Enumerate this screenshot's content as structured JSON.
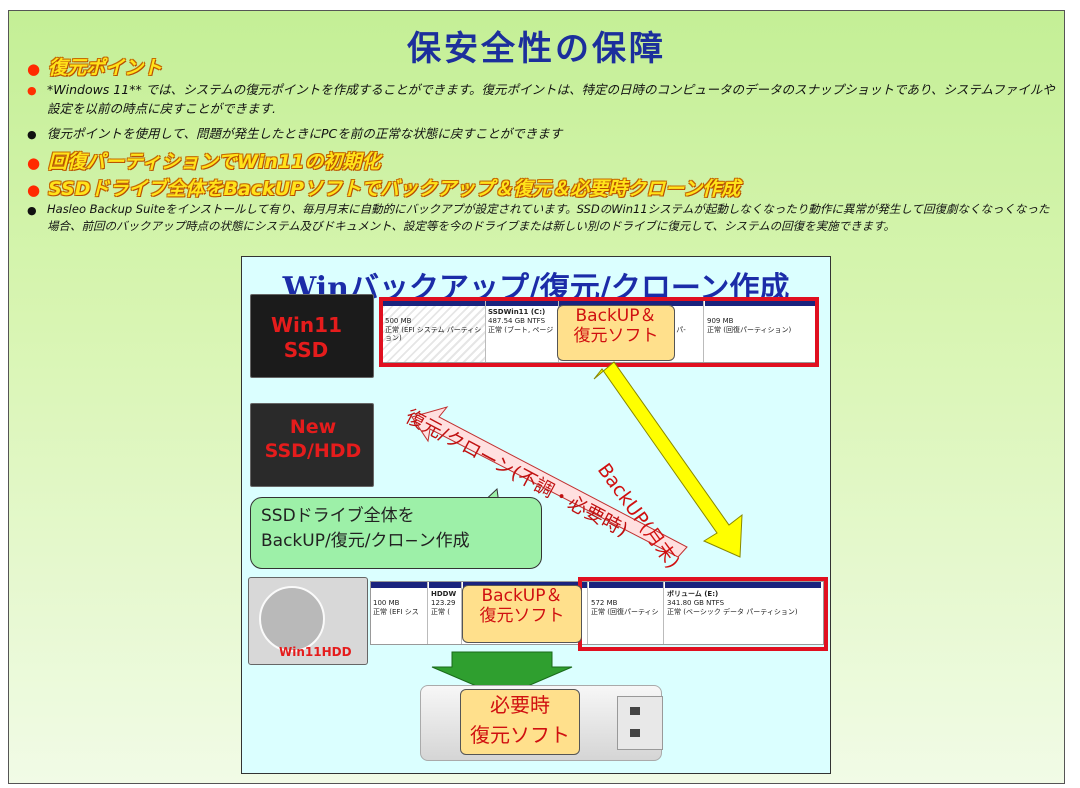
{
  "title": "保安全性の保障",
  "bullets": {
    "h1": "復元ポイント",
    "p1": "*Windows 11** では、システムの復元ポイントを作成することができます。復元ポイントは、特定の日時のコンピュータのデータのスナップショットであり、システムファイルや設定を以前の時点に戻すことができます.",
    "p2": "復元ポイントを使用して、問題が発生したときにPCを前の正常な状態に戻すことができます",
    "h2": "回復パーティションでWin11の初期化",
    "h3": "SSDドライブ全体をBackUPソフトでバックアップ＆復元＆必要時クローン作成",
    "p3": "Hasleo Backup Suiteをインストールして有り、毎月月末に自動的にバックアプが設定されています。SSDのWin11システムが起動しなくなったり動作に異常が発生して回復劇なくなっくなった場合、前回のバックアップ時点の状態にシステム及びドキュメント、設定等を今のドライブまたは新しい別のドライブに復元して、システムの回復を実施できます。"
  },
  "diagram": {
    "title": "Winバックアップ/復元/クローン作成",
    "ssd1_label": "Win11\nSSD",
    "ssd2_label": "New\nSSD/HDD",
    "hdd_label": "Win11HDD",
    "top_disk": {
      "p1_size": "500 MB",
      "p1_status": "正常 (EFI システム パーティション)",
      "p2_name": "SSDWin11 (C:)",
      "p2_size": "487.54 GB NTFS",
      "p2_status": "正常 (ブート, ページ",
      "p3_status": "タ パ-",
      "p4_size": "909 MB",
      "p4_status": "正常 (回復パーティション)"
    },
    "bottom_disk": {
      "p1_size": "100 MB",
      "p1_status": "正常 (EFI シス",
      "p2_name": "HDDW",
      "p2_size": "123.29",
      "p2_status": "正常 (",
      "p3_size": "572 MB",
      "p3_status": "正常 (回復パーティシ",
      "p4_name": "ボリューム (E:)",
      "p4_size": "341.80 GB NTFS",
      "p4_status": "正常 (ベーシック データ パーティション)"
    },
    "note_top": "BackUP＆\n復元ソフト",
    "note_bottom": "BackUP＆\n復元ソフト",
    "note_usb": "必要時\n復元ソフト",
    "arrow_backup": "BackUP(月末)",
    "arrow_restore": "復元/クローン(不調・必要時)",
    "callout": "SSDドライブ全体を\nBackUP/復元/クロ−ン作成"
  }
}
